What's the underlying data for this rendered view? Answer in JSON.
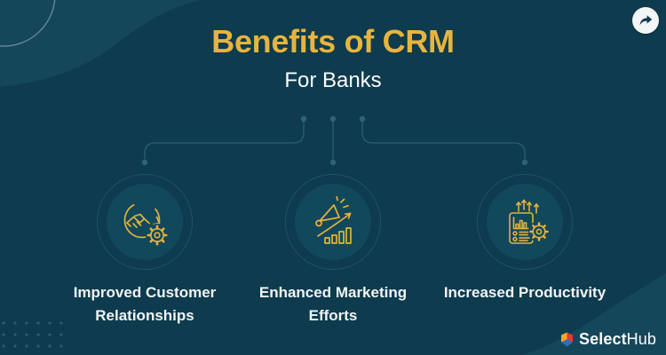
{
  "page": {
    "title": "Benefits of CRM",
    "subtitle": "For Banks"
  },
  "header": {
    "share_icon": "share-arrow-icon"
  },
  "benefits": [
    {
      "label": "Improved Customer Relationships",
      "icon": "handshake-sync-gear-icon"
    },
    {
      "label": "Enhanced Marketing Efforts",
      "icon": "megaphone-growth-chart-icon"
    },
    {
      "label": "Increased Productivity",
      "icon": "report-arrows-gear-icon"
    }
  ],
  "footer": {
    "brand_bold": "Select",
    "brand_light": "Hub",
    "logo_icon": "selecthub-cube-icon"
  },
  "colors": {
    "background": "#0e3b4e",
    "blob": "#15475a",
    "accent_gold": "#e8b43d",
    "text_white": "#f1f5f6",
    "connector": "#27596c",
    "circle_fill": "#12485c",
    "circle_ring": "#1f5265",
    "logo_yellow": "#f6a821",
    "logo_red": "#dd3e32",
    "logo_blue": "#2f6fbf"
  }
}
